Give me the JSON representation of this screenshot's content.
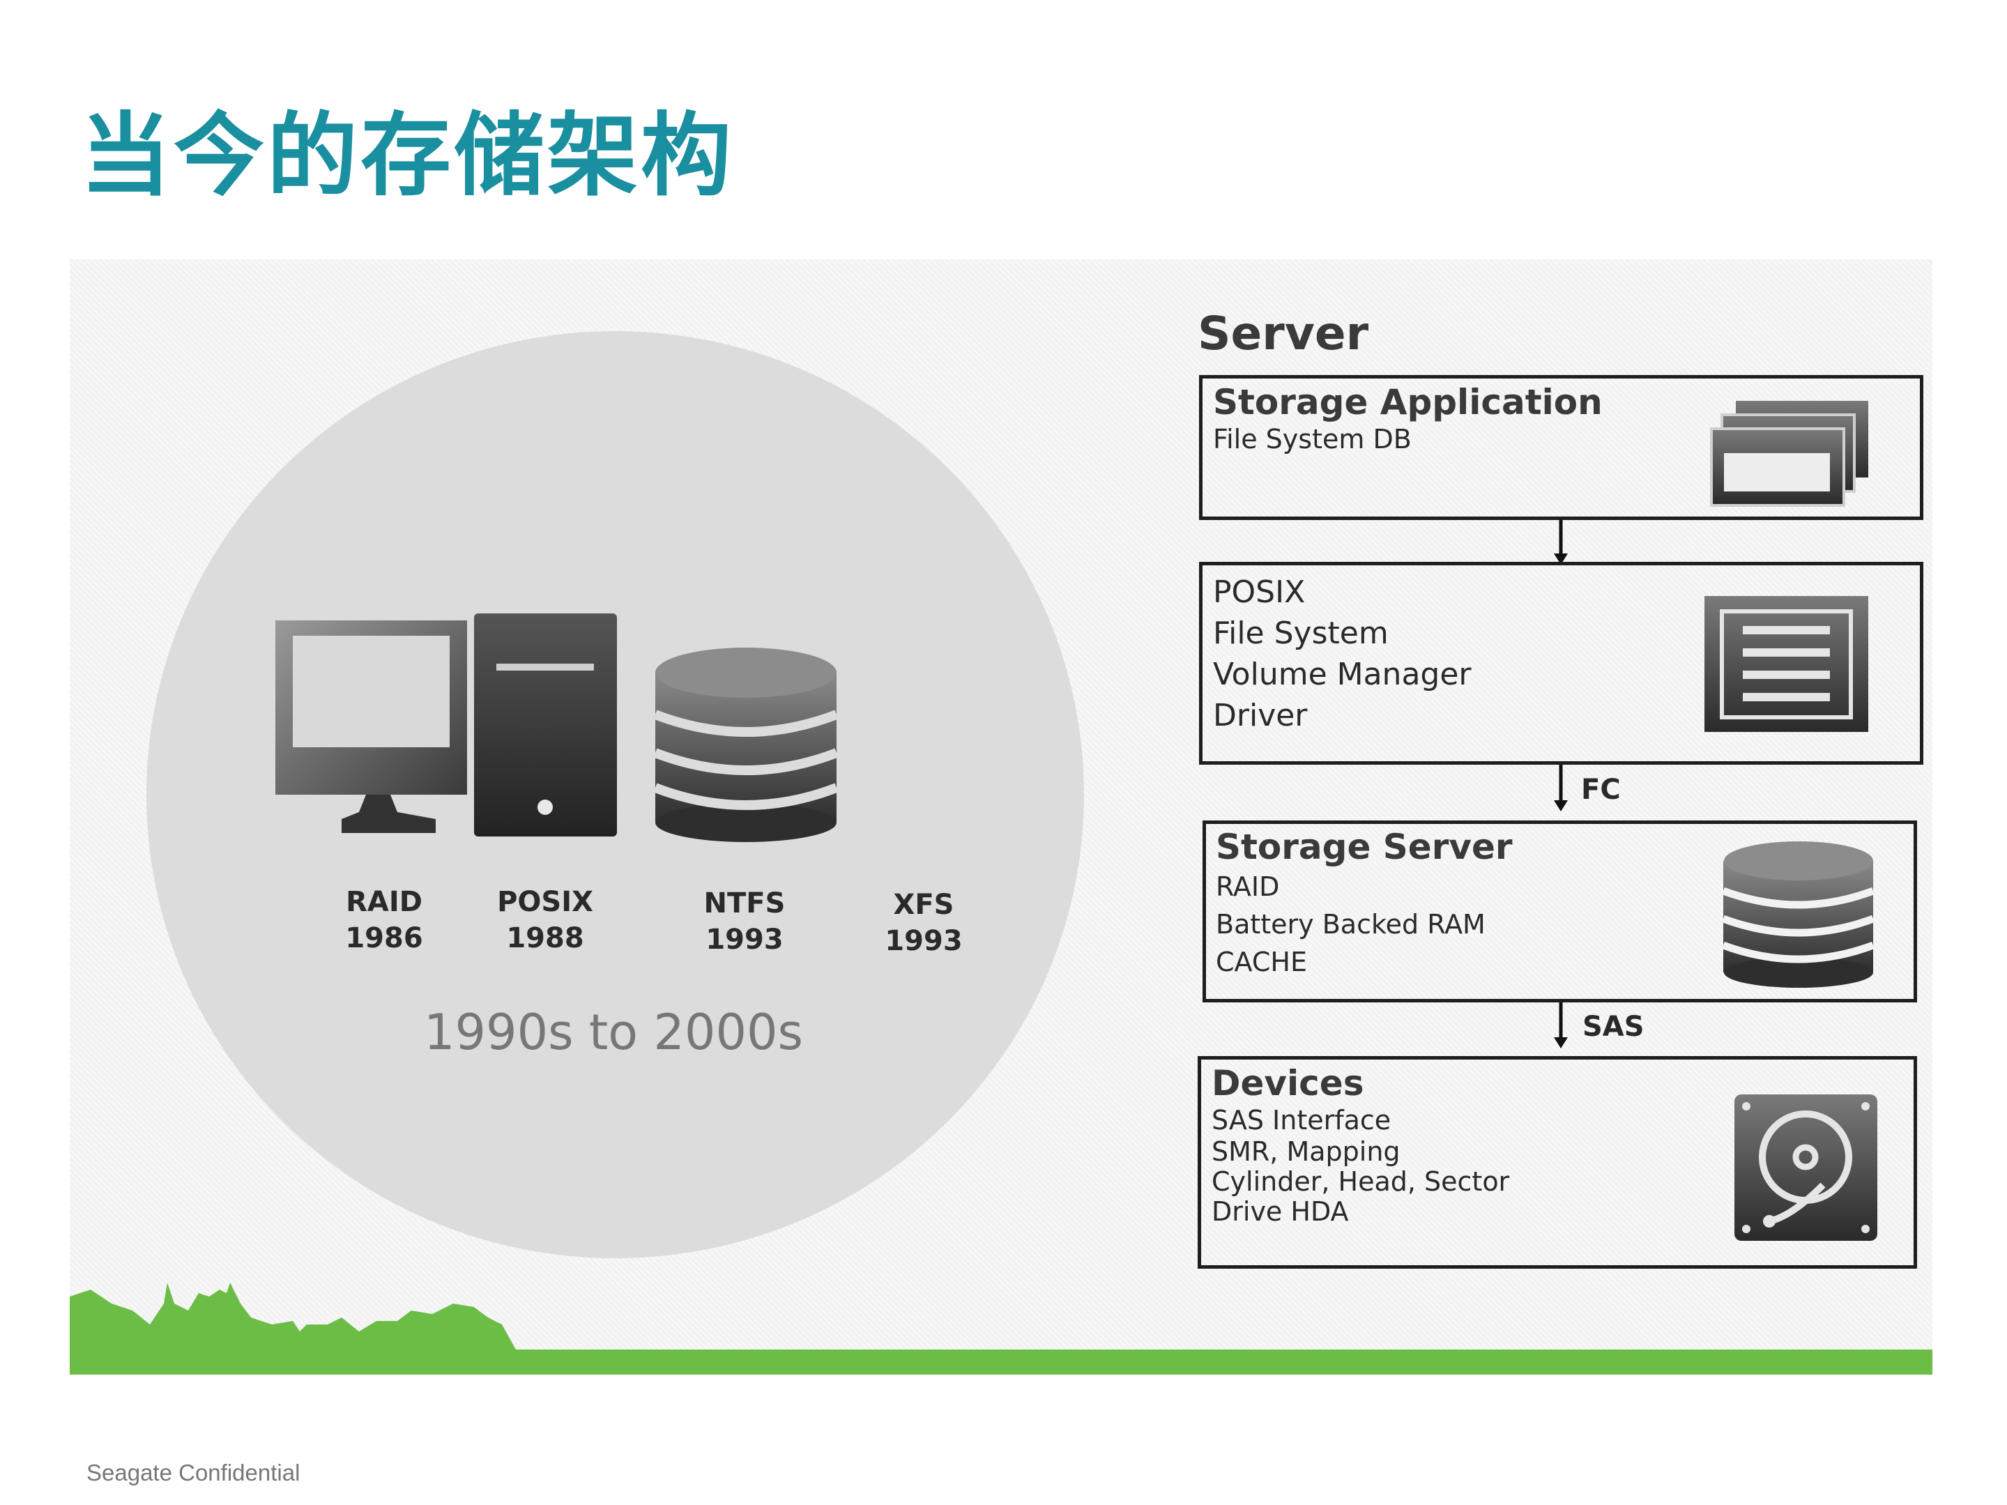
{
  "title": "当今的存储架构",
  "left_panel": {
    "fs_items": [
      {
        "name": "RAID",
        "year": "1986"
      },
      {
        "name": "POSIX",
        "year": "1988"
      },
      {
        "name": "NTFS",
        "year": "1993"
      },
      {
        "name": "XFS",
        "year": "1993"
      }
    ],
    "era": "1990s to 2000s",
    "icons": [
      "monitor-icon",
      "tower-icon",
      "database-icon"
    ]
  },
  "server": {
    "heading": "Server",
    "boxes": [
      {
        "title": "Storage Application",
        "lines": [
          "File System DB"
        ],
        "icon": "windows-icon"
      },
      {
        "title": "",
        "lines": [
          "POSIX",
          "File System",
          "Volume Manager",
          "Driver"
        ],
        "icon": "cabinet-icon"
      },
      {
        "title": "Storage Server",
        "lines": [
          "RAID",
          "Battery Backed RAM",
          "CACHE"
        ],
        "icon": "database-icon"
      },
      {
        "title": "Devices",
        "lines": [
          "SAS Interface",
          "SMR, Mapping",
          "Cylinder, Head, Sector",
          "Drive HDA"
        ],
        "icon": "hard-disk-icon"
      }
    ],
    "connectors": [
      "",
      "FC",
      "SAS"
    ]
  },
  "footer": "Seagate Confidential",
  "colors": {
    "title": "#1a8fa0",
    "accent_green": "#6cbd45",
    "circle": "#dcdcdc"
  }
}
